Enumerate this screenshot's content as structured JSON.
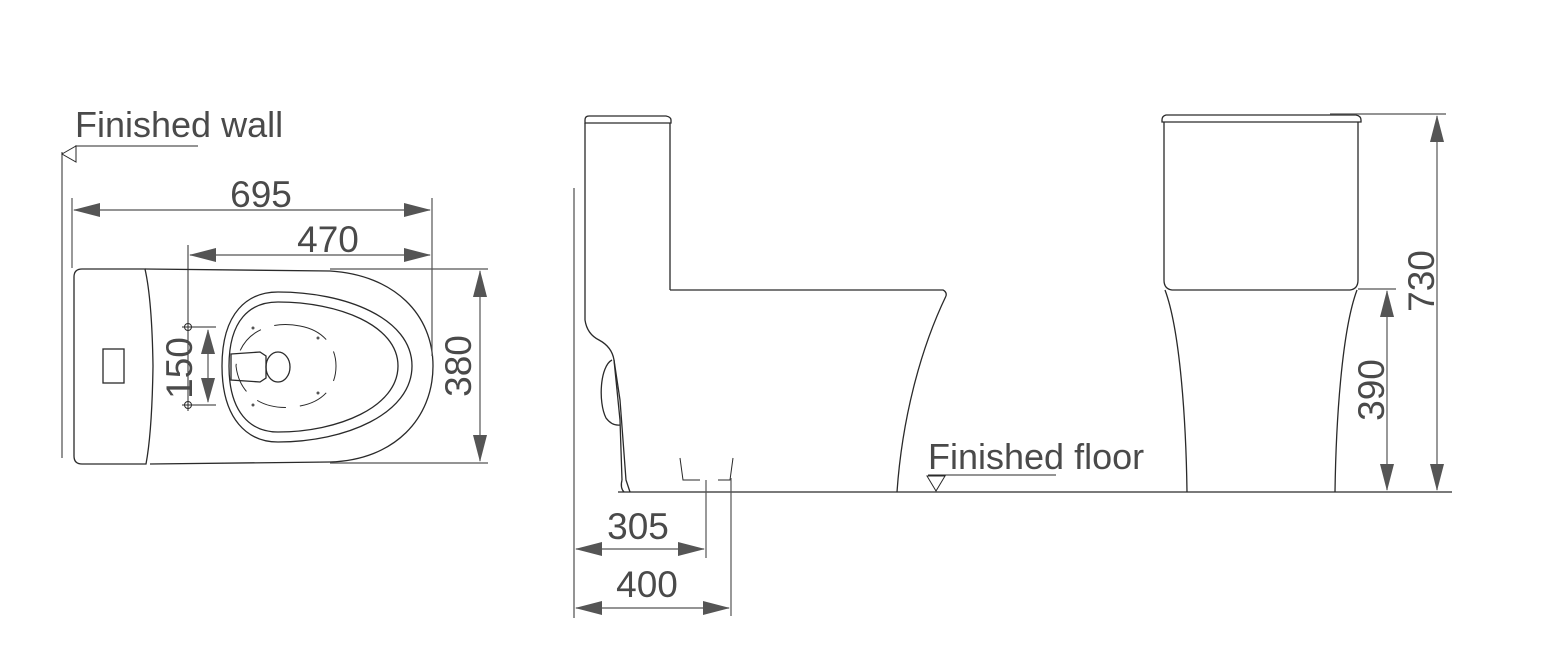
{
  "notes": {
    "finished_wall": "Finished wall",
    "finished_floor": "Finished floor"
  },
  "dimensions": {
    "overall_length": "695",
    "bowl_length": "470",
    "width": "380",
    "seat_hole_spacing": "150",
    "drain_center": "305",
    "base_depth": "400",
    "total_height": "730",
    "seat_height": "390"
  },
  "colors": {
    "outline": "#2a2a2a",
    "dimension": "#555555",
    "text": "#4a4a4a"
  }
}
